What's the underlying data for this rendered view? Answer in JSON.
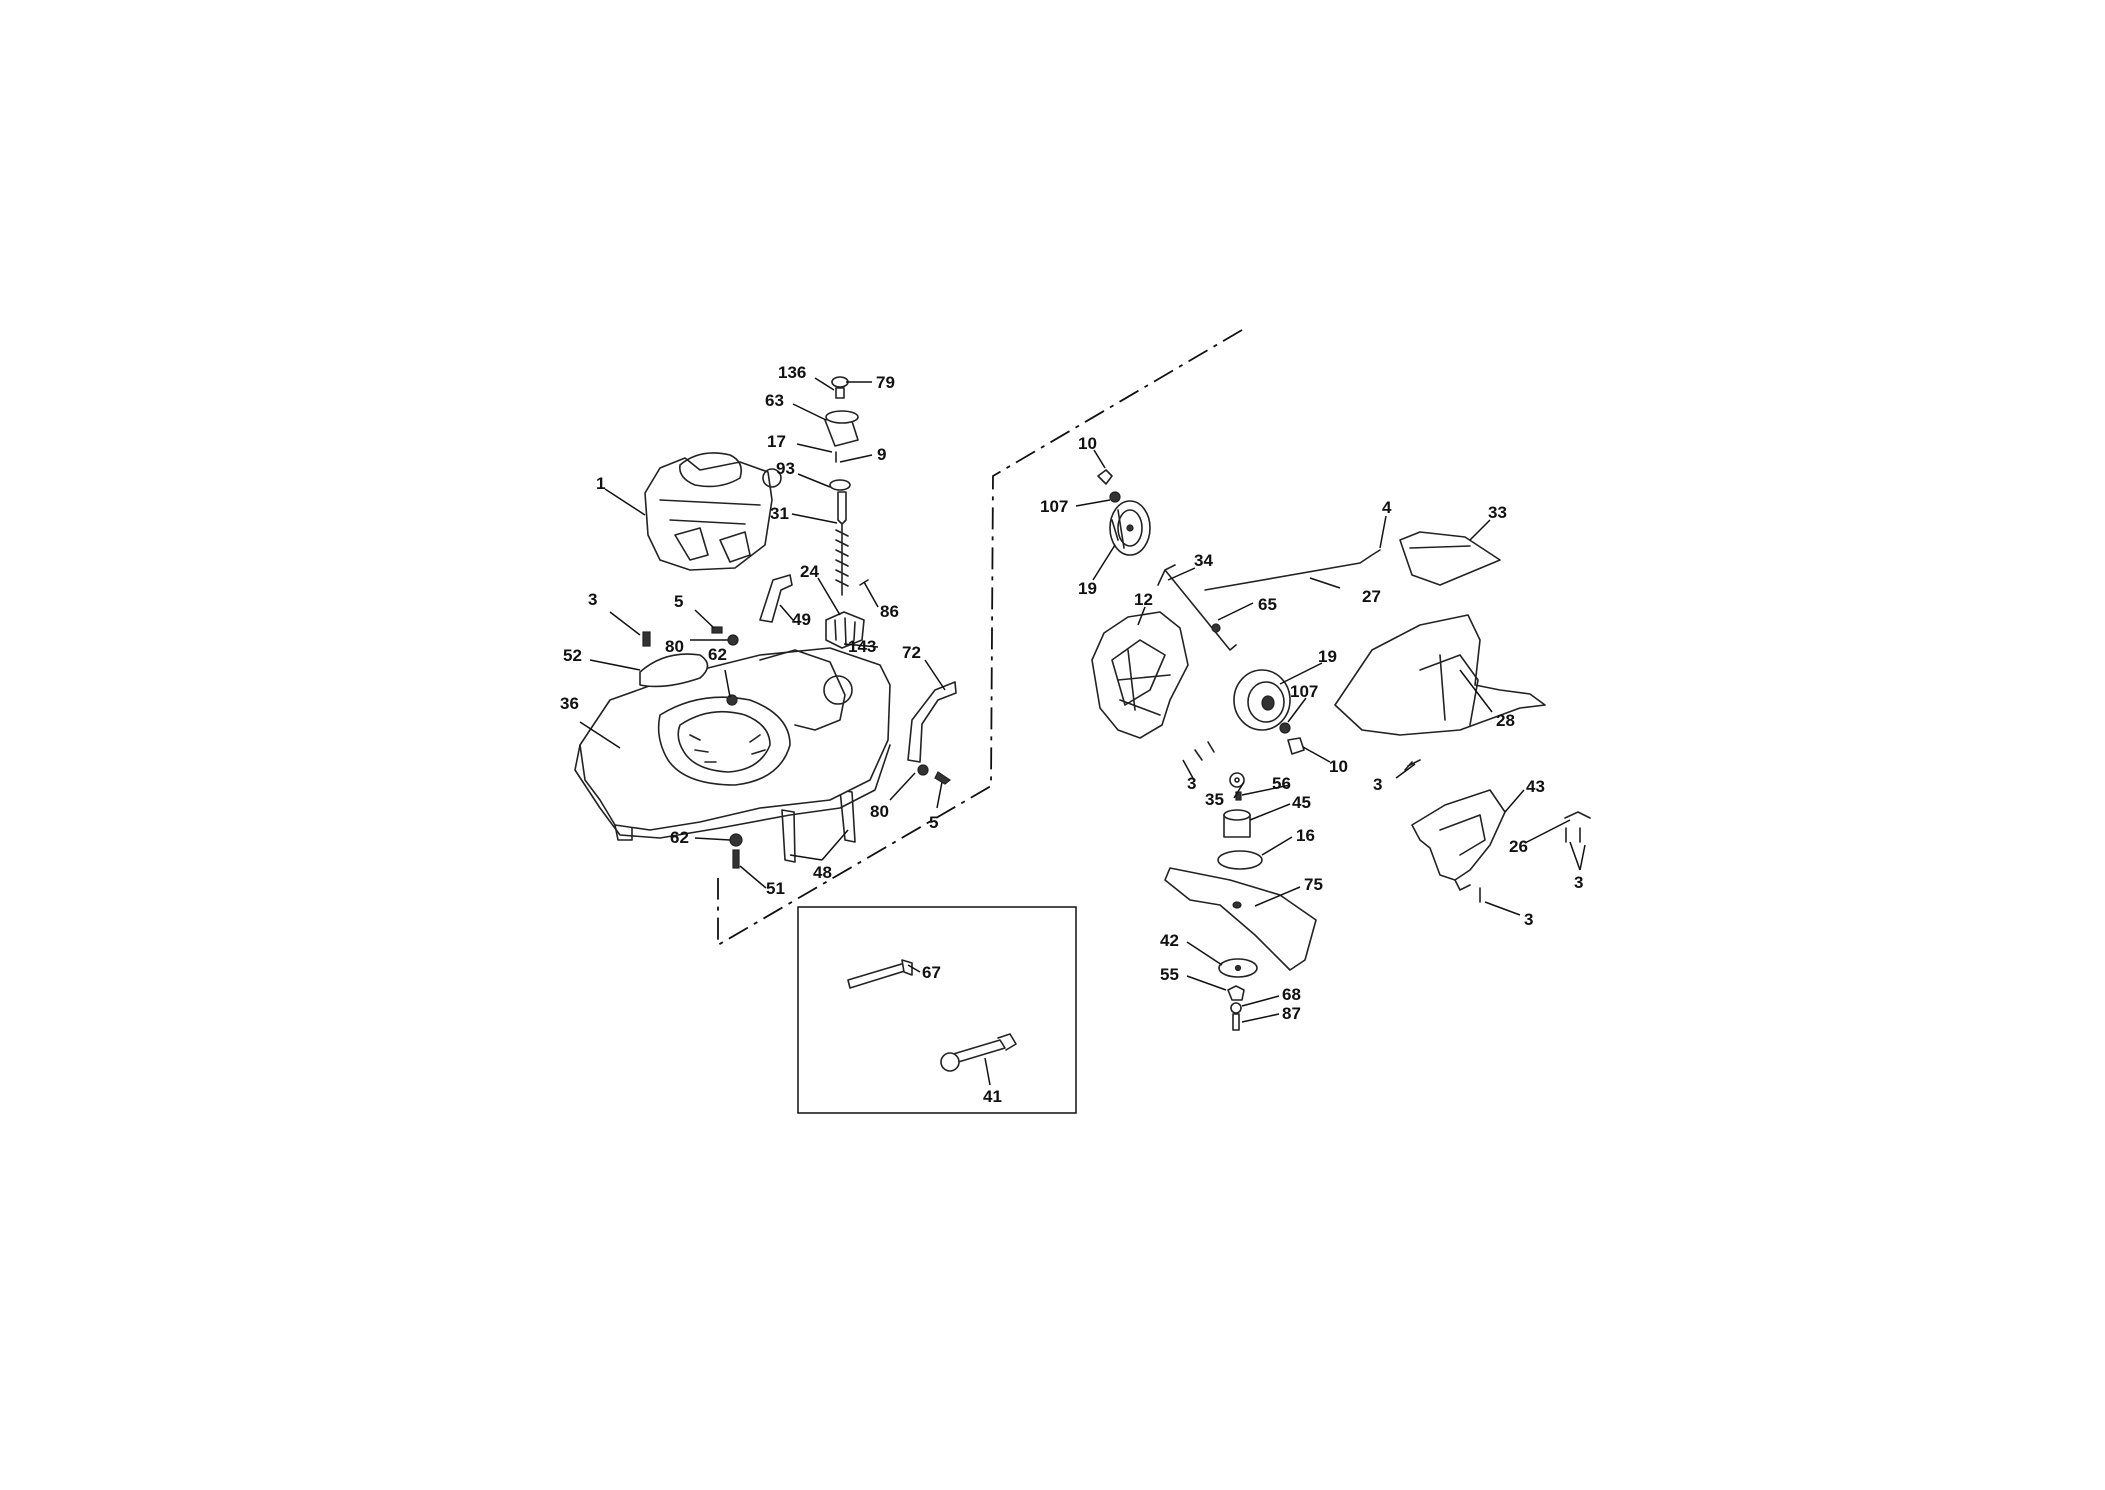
{
  "callouts": [
    {
      "id": "l136",
      "text": "136"
    },
    {
      "id": "l79",
      "text": "79"
    },
    {
      "id": "l63",
      "text": "63"
    },
    {
      "id": "l17",
      "text": "17"
    },
    {
      "id": "l9",
      "text": "9"
    },
    {
      "id": "l93",
      "text": "93"
    },
    {
      "id": "l1",
      "text": "1"
    },
    {
      "id": "l31",
      "text": "31"
    },
    {
      "id": "l24",
      "text": "24"
    },
    {
      "id": "l86",
      "text": "86"
    },
    {
      "id": "l3a",
      "text": "3"
    },
    {
      "id": "l5a",
      "text": "5"
    },
    {
      "id": "l49",
      "text": "49"
    },
    {
      "id": "l80a",
      "text": "80"
    },
    {
      "id": "l143",
      "text": "143"
    },
    {
      "id": "l62a",
      "text": "62"
    },
    {
      "id": "l52",
      "text": "52"
    },
    {
      "id": "l72",
      "text": "72"
    },
    {
      "id": "l36",
      "text": "36"
    },
    {
      "id": "l80b",
      "text": "80"
    },
    {
      "id": "l5b",
      "text": "5"
    },
    {
      "id": "l62b",
      "text": "62"
    },
    {
      "id": "l51",
      "text": "51"
    },
    {
      "id": "l48",
      "text": "48"
    },
    {
      "id": "l67",
      "text": "67"
    },
    {
      "id": "l41",
      "text": "41"
    },
    {
      "id": "l10a",
      "text": "10"
    },
    {
      "id": "l107a",
      "text": "107"
    },
    {
      "id": "l19a",
      "text": "19"
    },
    {
      "id": "l34",
      "text": "34"
    },
    {
      "id": "l12",
      "text": "12"
    },
    {
      "id": "l4",
      "text": "4"
    },
    {
      "id": "l33",
      "text": "33"
    },
    {
      "id": "l27",
      "text": "27"
    },
    {
      "id": "l65",
      "text": "65"
    },
    {
      "id": "l19b",
      "text": "19"
    },
    {
      "id": "l107b",
      "text": "107"
    },
    {
      "id": "l10b",
      "text": "10"
    },
    {
      "id": "l28",
      "text": "28"
    },
    {
      "id": "l3b",
      "text": "3"
    },
    {
      "id": "l35",
      "text": "35"
    },
    {
      "id": "l56",
      "text": "56"
    },
    {
      "id": "l45",
      "text": "45"
    },
    {
      "id": "l3c",
      "text": "3"
    },
    {
      "id": "l43",
      "text": "43"
    },
    {
      "id": "l16",
      "text": "16"
    },
    {
      "id": "l26",
      "text": "26"
    },
    {
      "id": "l3d",
      "text": "3"
    },
    {
      "id": "l75",
      "text": "75"
    },
    {
      "id": "l3e",
      "text": "3"
    },
    {
      "id": "l42",
      "text": "42"
    },
    {
      "id": "l55",
      "text": "55"
    },
    {
      "id": "l68",
      "text": "68"
    },
    {
      "id": "l87",
      "text": "87"
    }
  ]
}
